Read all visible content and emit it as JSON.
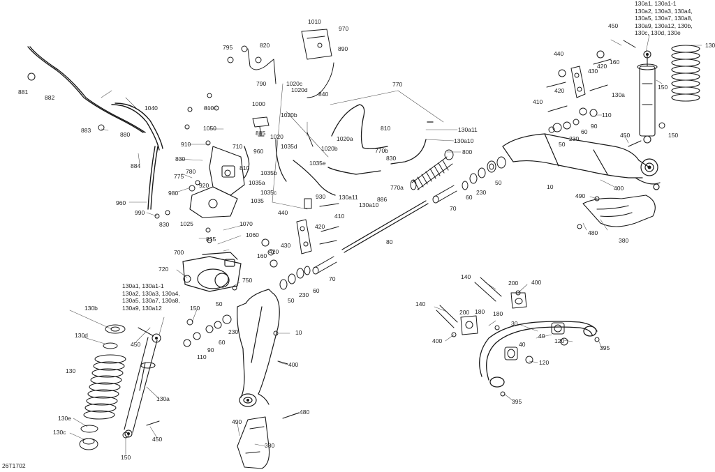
{
  "drawing_code": "26T1702",
  "callouts": {
    "c881": "881",
    "c882": "882",
    "c1040": "1040",
    "c880": "880",
    "c883": "883",
    "c884": "884",
    "c960a": "960",
    "c990": "990",
    "c830a": "830",
    "c1025": "1025",
    "c980": "980",
    "c775": "775",
    "c780": "780",
    "c920": "920",
    "c830b": "830",
    "c910": "910",
    "c1050": "1050",
    "c810a": "810",
    "c710": "710",
    "c810b": "810",
    "c1035": "1035",
    "c835": "835",
    "c1070": "1070",
    "c1060": "1060",
    "c700": "700",
    "c720": "720",
    "c750": "750",
    "c795": "795",
    "c820": "820",
    "c790": "790",
    "c1010": "1010",
    "c970": "970",
    "c890": "890",
    "c1000": "1000",
    "c885": "885",
    "c1020c": "1020c",
    "c1020d": "1020d",
    "c840": "840",
    "c1020b": "1020b",
    "c1020": "1020",
    "c1035d": "1035d",
    "c960b": "960",
    "c1035e": "1035e",
    "c1035b": "1035b",
    "c1035a": "1035a",
    "c1035c": "1035c",
    "c1020a": "1020a",
    "c1020b2": "1020b",
    "c770": "770",
    "c810c": "810",
    "c770b": "770b",
    "c830c": "830",
    "c770a": "770a",
    "c130a10a": "130a10",
    "c130a11a": "130a11",
    "c886": "886",
    "c130a11b": "130a11",
    "c130a10b": "130a10",
    "c800": "800",
    "c930": "930",
    "c440a": "440",
    "c410a": "410",
    "c420a": "420",
    "c430a": "430",
    "c420b": "420",
    "c160a": "160",
    "c80": "80",
    "c70a": "70",
    "c60a": "60",
    "c230a": "230",
    "c50a": "50",
    "c70b": "70",
    "c60b": "60",
    "c230b": "230",
    "c50b": "50",
    "c10a": "10",
    "c440b": "440",
    "c430b": "430",
    "c420c": "420",
    "c420d": "420",
    "c410b": "410",
    "c160b": "160",
    "c110a": "110",
    "c60c": "60",
    "c90a": "90",
    "c50c": "50",
    "c230c": "230",
    "c10b": "10",
    "c400a": "400",
    "c490a": "490",
    "c480a": "480",
    "c380a": "380",
    "c450a": "450",
    "c130b": "130",
    "c130a": "130a",
    "c150a": "150",
    "c450b": "450",
    "c150b": "150",
    "c50d": "50",
    "c230d": "230",
    "c60d": "60",
    "c90b": "90",
    "c110b": "110",
    "c150c": "150",
    "c450c": "450",
    "c130bb": "130b",
    "c130d": "130d",
    "c130c2": "130",
    "c130a2": "130a",
    "c130e": "130e",
    "c130c": "130c",
    "c150d": "150",
    "c450d": "450",
    "c400b": "400",
    "c480b": "480",
    "c490b": "490",
    "c380b": "380",
    "c140a": "140",
    "c200a": "200",
    "c400c": "400",
    "c180a": "180",
    "c140b": "140",
    "c200b": "200",
    "c180b": "180",
    "c400d": "400",
    "c30": "30",
    "c40a": "40",
    "c120a": "120",
    "c395a": "395",
    "c40b": "40",
    "c120b": "120",
    "c395b": "395"
  },
  "kit_ref_right": "130a1, 130a1-1\n130a2, 130a3, 130a4,\n130a5, 130a7, 130a8,\n130a9, 130a12, 130b,\n130c, 130d, 130e",
  "kit_ref_left": "130a1, 130a1-1\n130a2, 130a3, 130a4,\n130a5, 130a7, 130a8,\n130a9, 130a12"
}
